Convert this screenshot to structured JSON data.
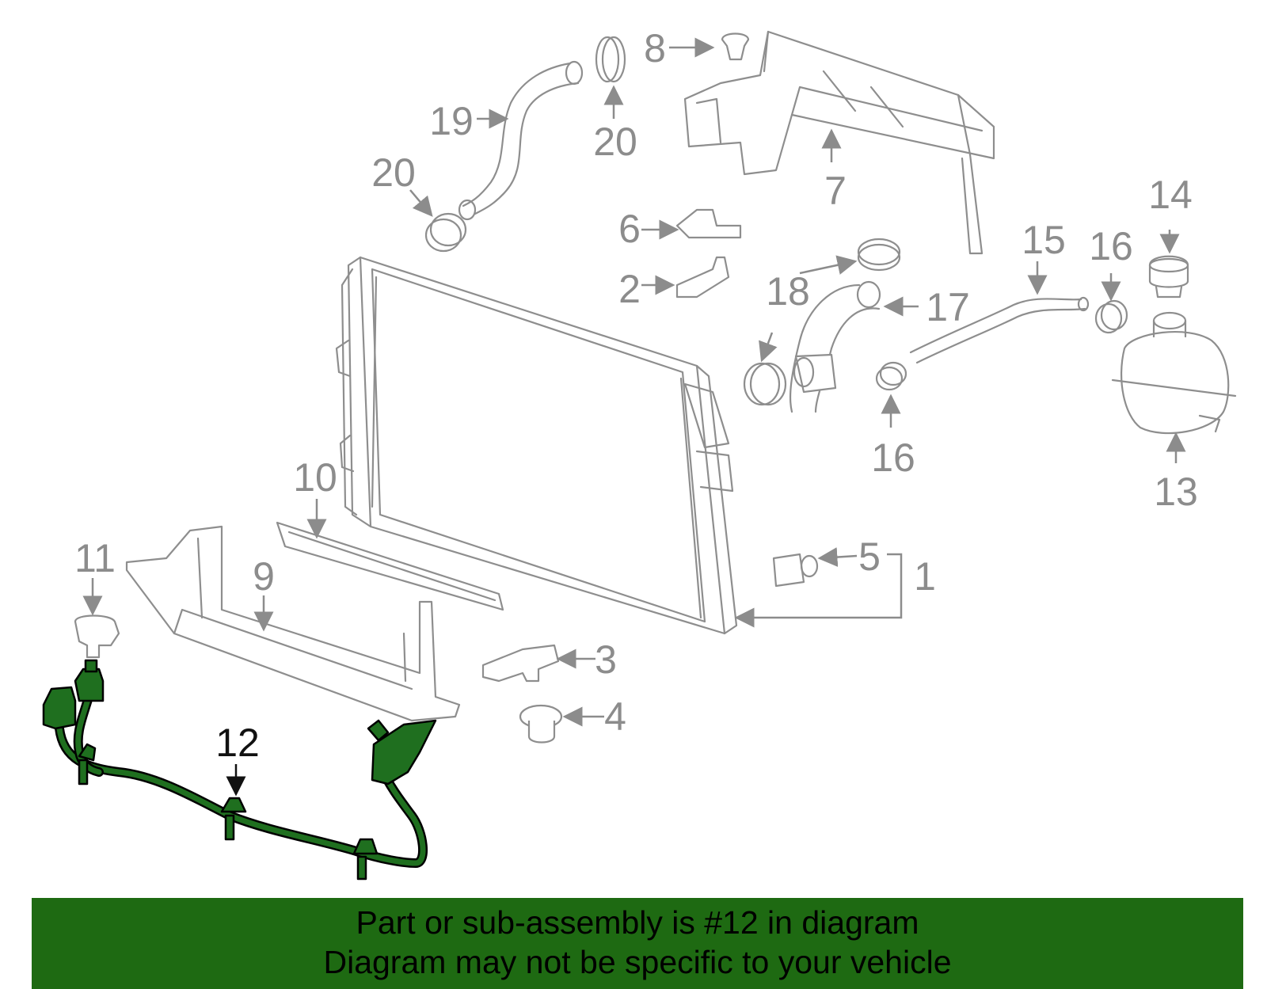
{
  "diagram": {
    "labels": {
      "n1": "1",
      "n2": "2",
      "n3": "3",
      "n4": "4",
      "n5": "5",
      "n6": "6",
      "n7": "7",
      "n8": "8",
      "n9": "9",
      "n10": "10",
      "n11": "11",
      "n12": "12",
      "n13": "13",
      "n14": "14",
      "n15": "15",
      "n16a": "16",
      "n16b": "16",
      "n17": "17",
      "n18": "18",
      "n19": "19",
      "n20a": "20",
      "n20b": "20"
    },
    "highlight_color": "#1f6f1f"
  },
  "banner": {
    "line1": "Part or sub-assembly is #12 in diagram",
    "line2": "Diagram may not be specific to your vehicle",
    "background": "#1e6a12"
  }
}
